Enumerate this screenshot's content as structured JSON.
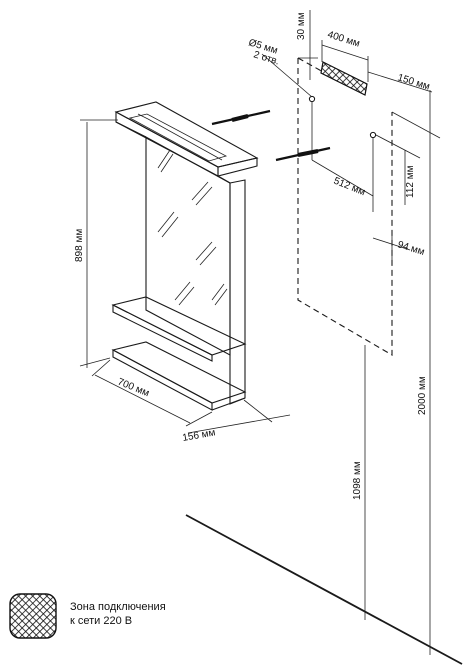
{
  "dimensions": {
    "d400": "400 мм",
    "d30": "30 мм",
    "d150": "150 мм",
    "hole_dia": "Ø5 мм",
    "holes": "2 отв.",
    "d512": "512 мм",
    "d112": "112 мм",
    "d94": "94 мм",
    "d898": "898 мм",
    "d700": "700 мм",
    "d156": "156 мм",
    "d1098": "1098 мм",
    "d2000": "2000 мм"
  },
  "legend": {
    "line1": "Зона подключения",
    "line2": "к сети 220 В"
  }
}
